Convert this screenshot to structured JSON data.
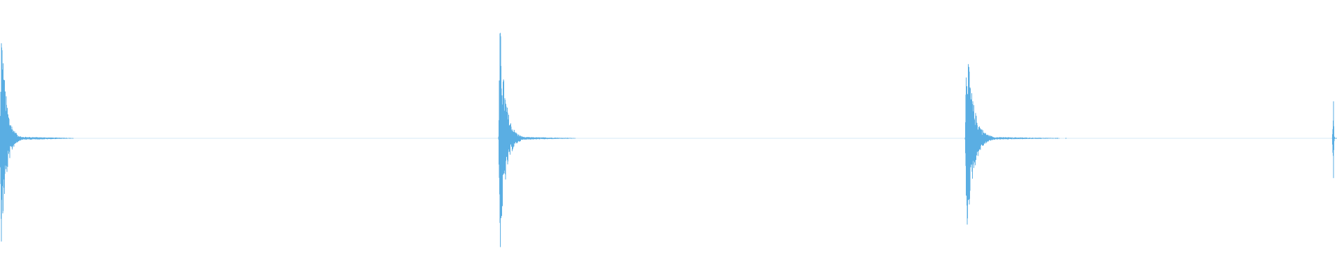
{
  "waveform": {
    "color": "#5aaee3",
    "background": "#ffffff",
    "bursts": [
      {
        "peak": 0.96,
        "trough": 0.95,
        "decay": 0.55,
        "tail_level": 0.018
      },
      {
        "peak": 0.97,
        "trough": 0.97,
        "decay": 0.6,
        "tail_level": 0.016
      },
      {
        "peak": 0.85,
        "trough": 0.85,
        "decay": 0.58,
        "tail_level": 0.017
      },
      {
        "peak": 0.37,
        "trough": 0.37,
        "decay": 0.5,
        "tail_level": 0.01
      }
    ]
  }
}
